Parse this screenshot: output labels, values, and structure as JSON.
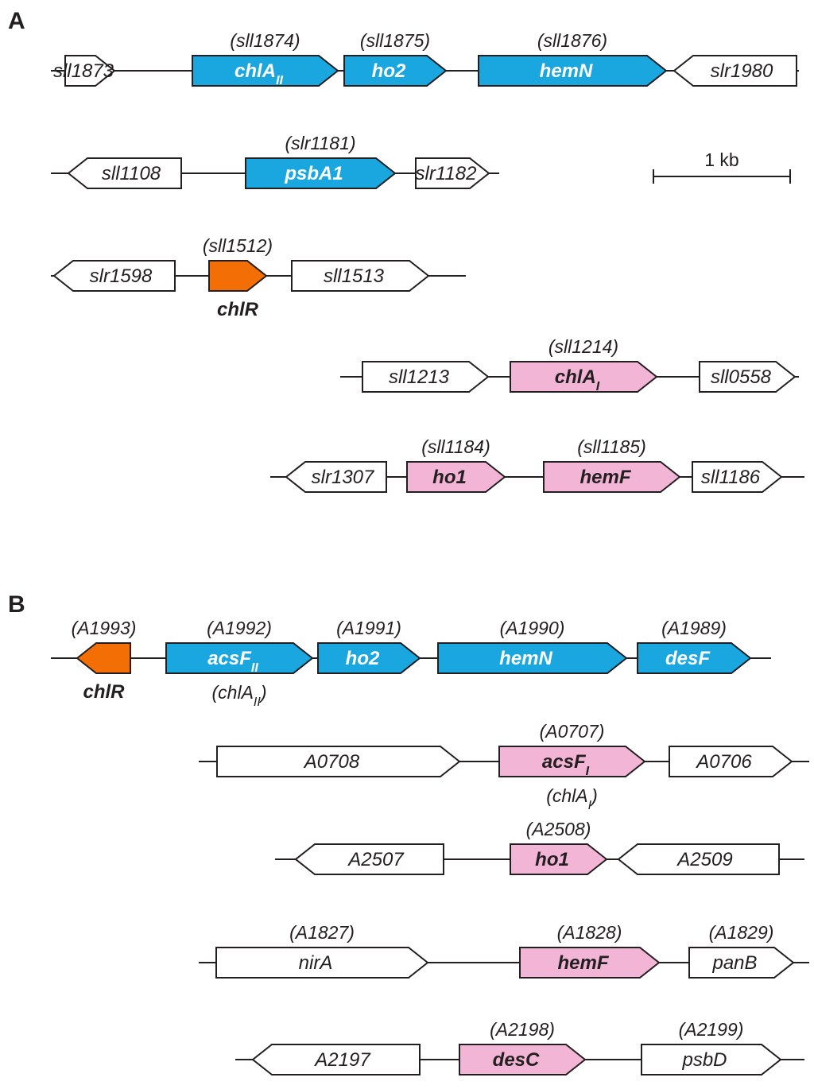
{
  "panels": [
    {
      "label": "A",
      "operons": [
        {
          "genes": [
            {
              "name": "sll1873",
              "locus": "",
              "fill": "white",
              "dir": "right"
            },
            {
              "name": "chlA",
              "sub": "II",
              "locus": "(sll1874)",
              "fill": "blue",
              "dir": "right"
            },
            {
              "name": "ho2",
              "locus": "(sll1875)",
              "fill": "blue",
              "dir": "right"
            },
            {
              "name": "hemN",
              "locus": "(sll1876)",
              "fill": "blue",
              "dir": "right"
            },
            {
              "name": "slr1980",
              "locus": "",
              "fill": "white",
              "dir": "left"
            }
          ]
        },
        {
          "genes": [
            {
              "name": "sll1108",
              "locus": "",
              "fill": "white",
              "dir": "left"
            },
            {
              "name": "psbA1",
              "locus": "(slr1181)",
              "fill": "blue",
              "dir": "right"
            },
            {
              "name": "slr1182",
              "locus": "",
              "fill": "white",
              "dir": "right"
            }
          ]
        },
        {
          "genes": [
            {
              "name": "slr1598",
              "locus": "",
              "fill": "white",
              "dir": "left"
            },
            {
              "name": "chlR",
              "locus": "(sll1512)",
              "fill": "orange",
              "dir": "right"
            },
            {
              "name": "sll1513",
              "locus": "",
              "fill": "white",
              "dir": "right"
            }
          ]
        },
        {
          "genes": [
            {
              "name": "sll1213",
              "locus": "",
              "fill": "white",
              "dir": "right"
            },
            {
              "name": "chlA",
              "sub": "I",
              "locus": "(sll1214)",
              "fill": "pink",
              "dir": "right"
            },
            {
              "name": "sll0558",
              "locus": "",
              "fill": "white",
              "dir": "right"
            }
          ]
        },
        {
          "genes": [
            {
              "name": "slr1307",
              "locus": "",
              "fill": "white",
              "dir": "left"
            },
            {
              "name": "ho1",
              "locus": "(sll1184)",
              "fill": "pink",
              "dir": "right"
            },
            {
              "name": "hemF",
              "locus": "(sll1185)",
              "fill": "pink",
              "dir": "right"
            },
            {
              "name": "sll1186",
              "locus": "",
              "fill": "white",
              "dir": "right"
            }
          ]
        }
      ],
      "scale_bar": {
        "label": "1 kb"
      }
    },
    {
      "label": "B",
      "operons": [
        {
          "genes": [
            {
              "name": "chlR",
              "locus": "(A1993)",
              "fill": "orange",
              "dir": "left"
            },
            {
              "name": "acsF",
              "sub": "II",
              "locus": "(A1992)",
              "alias": "(chlA",
              "alias_sub": "II",
              "alias_end": ")",
              "fill": "blue",
              "dir": "right"
            },
            {
              "name": "ho2",
              "locus": "(A1991)",
              "fill": "blue",
              "dir": "right"
            },
            {
              "name": "hemN",
              "locus": "(A1990)",
              "fill": "blue",
              "dir": "right"
            },
            {
              "name": "desF",
              "locus": "(A1989)",
              "fill": "blue",
              "dir": "right"
            }
          ]
        },
        {
          "genes": [
            {
              "name": "A0708",
              "locus": "",
              "fill": "white",
              "dir": "right"
            },
            {
              "name": "acsF",
              "sub": "I",
              "locus": "(A0707)",
              "alias": "(chlA",
              "alias_sub": "I",
              "alias_end": ")",
              "fill": "pink",
              "dir": "right"
            },
            {
              "name": "A0706",
              "locus": "",
              "fill": "white",
              "dir": "right"
            }
          ]
        },
        {
          "genes": [
            {
              "name": "A2507",
              "locus": "",
              "fill": "white",
              "dir": "left"
            },
            {
              "name": "ho1",
              "locus": "(A2508)",
              "fill": "pink",
              "dir": "right"
            },
            {
              "name": "A2509",
              "locus": "",
              "fill": "white",
              "dir": "left"
            }
          ]
        },
        {
          "genes": [
            {
              "name": "nirA",
              "locus": "(A1827)",
              "fill": "white",
              "dir": "right"
            },
            {
              "name": "hemF",
              "locus": "(A1828)",
              "fill": "pink",
              "dir": "right"
            },
            {
              "name": "panB",
              "locus": "(A1829)",
              "fill": "white",
              "dir": "right"
            }
          ]
        },
        {
          "genes": [
            {
              "name": "A2197",
              "locus": "",
              "fill": "white",
              "dir": "left"
            },
            {
              "name": "desC",
              "locus": "(A2198)",
              "fill": "pink",
              "dir": "right"
            },
            {
              "name": "psbD",
              "locus": "(A2199)",
              "fill": "white",
              "dir": "right"
            }
          ]
        }
      ]
    }
  ],
  "colors": {
    "blue": "#1aa7df",
    "pink": "#f3b5d5",
    "orange": "#f36f06",
    "white": "#ffffff",
    "stroke": "#231f20",
    "text_on_blue": "#ffffff",
    "text_dark": "#231f20"
  }
}
